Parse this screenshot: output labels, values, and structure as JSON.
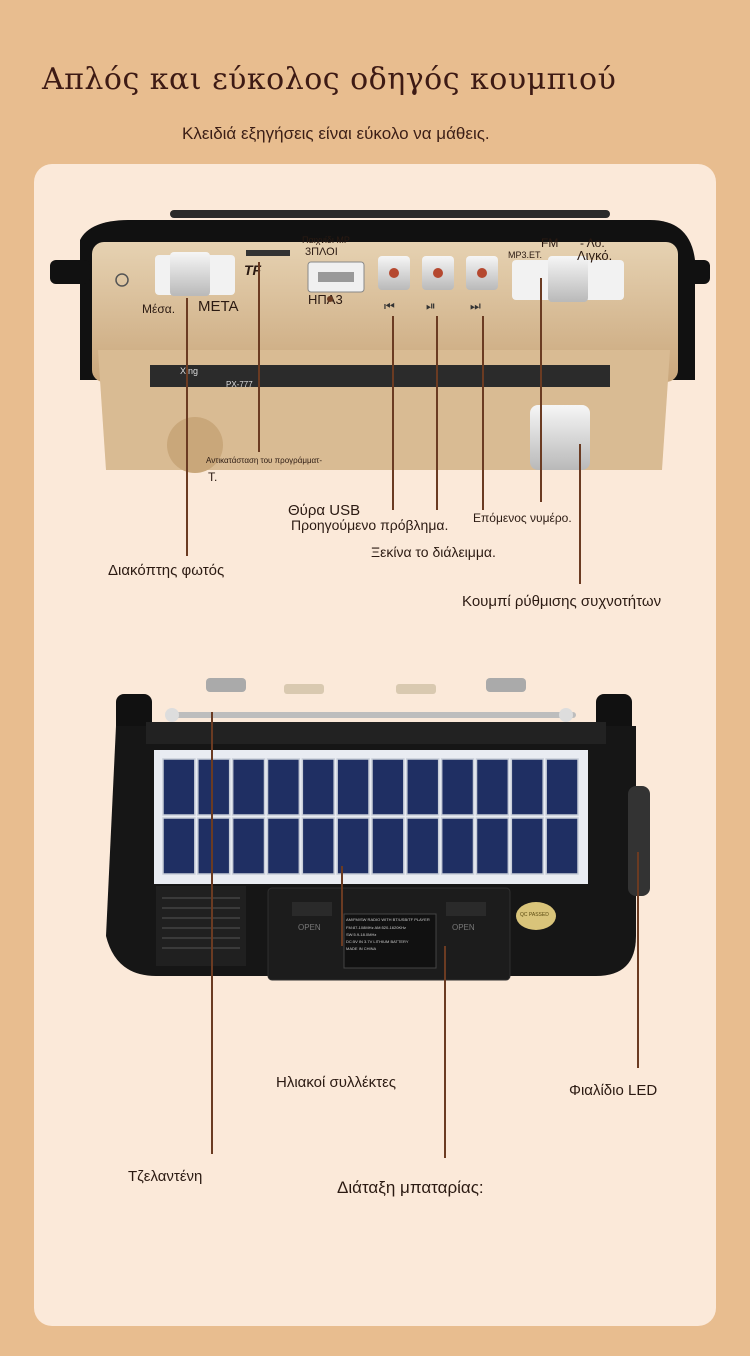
{
  "header": {
    "title": "Απλός και εύκολος οδηγός κουμπιού",
    "subtitle": "Κλειδιά εξηγήσεις είναι εύκολο να μάθεις."
  },
  "top_view": {
    "printed": {
      "tf": "TF",
      "mp3": "Παιχνίδι ΜΡ",
      "triple": "3ΠΛΟΙ",
      "usb": "ΗΠΑ3",
      "fm": "FM",
      "mp3et": "ΜΡ3.ΕΤ.",
      "lo": "- Λο.",
      "ligko": "Λιγκό.",
      "mesa": "Μέσα.",
      "meta": "ΜΕΤΑ",
      "swap": "Αντικατάσταση του προγράμματ-",
      "swap2": "Τ.",
      "brand": "Xing",
      "model": "PX-777"
    },
    "callouts": {
      "usb_port": "Θύρα USB",
      "prev": "Προηγούμενο πρόβλημα.",
      "next": "Επόμενος νυμέρο.",
      "play": "Ξεκίνα το διάλειμμα.",
      "light_switch": "Διακόπτης φωτός",
      "tuning": "Κουμπί ρύθμισης συχνοτήτων"
    }
  },
  "bottom_view": {
    "printed": {
      "open_left": "OPEN",
      "open_right": "OPEN",
      "spec_line1": "AM/FM/SW RADIO WITH BT/USB/TF PLAYER",
      "spec_line2": "FM:87-108MHz    AM:520-1620KHz",
      "spec_line3": "SW:5.9-18.0MHz",
      "spec_line4": "DC:5V IN      3.7V LITHIUM BATTERY",
      "spec_line5": "MADE IN CHINA",
      "qc": "QC PASSED"
    },
    "callouts": {
      "solar": "Ηλιακοί συλλέκτες",
      "led": "Φιαλίδιο LED",
      "antenna": "Τζελαντένη",
      "battery": "Διάταξη μπαταρίας:"
    }
  }
}
